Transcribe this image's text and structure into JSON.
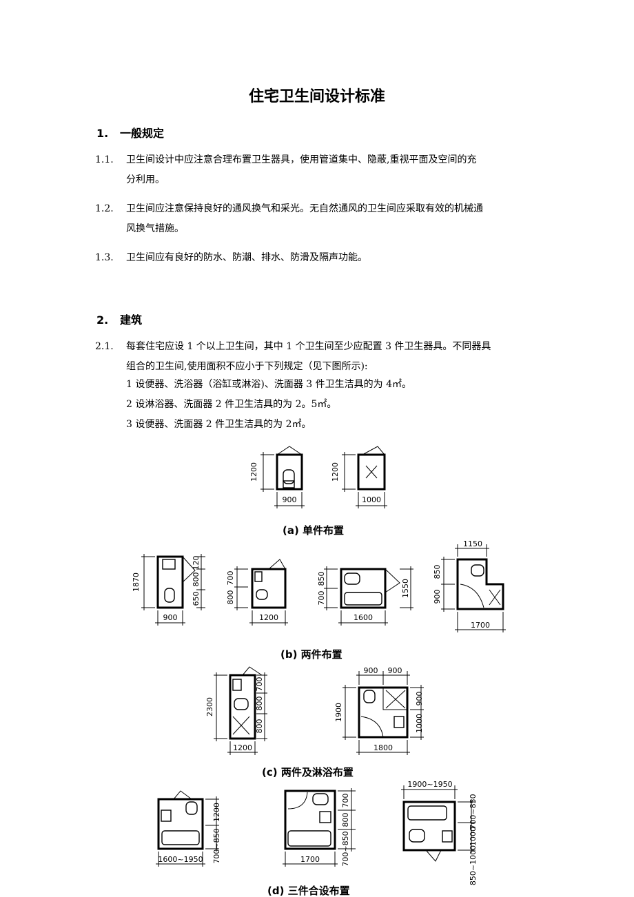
{
  "title": "住宅卫生间设计标准",
  "section1": {
    "num": "1.",
    "heading": "一般规定",
    "items": [
      {
        "num": "1.1.",
        "lines": [
          "卫生间设计中应注意合理布置卫生器具，使用管道集中、隐蔽,重视平面及空间的充",
          "分利用。"
        ]
      },
      {
        "num": "1.2.",
        "lines": [
          "卫生间应注意保持良好的通风换气和采光。无自然通风的卫生间应采取有效的机械通",
          "风换气措施。"
        ]
      },
      {
        "num": "1.3.",
        "lines": [
          "卫生间应有良好的防水、防潮、排水、防滑及隔声功能。"
        ]
      }
    ]
  },
  "section2": {
    "num": "2.",
    "heading": "建筑",
    "item": {
      "num": "2.1.",
      "lines": [
        "每套住宅应设 1 个以上卫生间，其中 1 个卫生间至少应配置 3 件卫生器具。不同器具",
        "组合的卫生间,使用面积不应小于下列规定（见下图所示):"
      ]
    },
    "subs": [
      "1  设便器、洗浴器（浴缸或淋浴)、洗面器 3 件卫生洁具的为 4㎡。",
      "2  设淋浴器、洗面器 2 件卫生洁具的为 2。5㎡。",
      "3  设便器、洗面器 2 件卫生洁具的为 2㎡。"
    ]
  },
  "figure": {
    "captions": {
      "a": "(a)  单件布置",
      "b": "(b)  两件布置",
      "c": "(c)  两件及淋浴布置",
      "d": "(d)  三件合设布置"
    },
    "dims": {
      "a1_h": "1200",
      "a1_w": "900",
      "a2_h": "1200",
      "a2_w": "1000",
      "b1_h": "1870",
      "b1_h1": "120",
      "b1_h2": "800",
      "b1_h3": "650",
      "b1_w": "900",
      "b2_h1": "700",
      "b2_h2": "800",
      "b2_w": "1200",
      "b3_h1": "850",
      "b3_h2": "700",
      "b3_r": "1550",
      "b3_w": "1600",
      "b4_top": "1150",
      "b4_h1": "850",
      "b4_h2": "900",
      "b4_w": "1700",
      "c1_h": "2300",
      "c1_h1": "700",
      "c1_h2": "800",
      "c1_h3": "800",
      "c1_w": "1200",
      "c2_t1": "900",
      "c2_t2": "900",
      "c2_h": "1900",
      "c2_r1": "900",
      "c2_r2": "1000",
      "c2_w": "1800",
      "d1_h1": "1200",
      "d1_h2": "700~850",
      "d1_w": "1600~1950",
      "d2_h1": "700",
      "d2_h2": "800",
      "d2_h3": "700~850",
      "d2_w": "1700",
      "d3_top": "1900~1950",
      "d3_r1": "700~850",
      "d3_r2": "1000",
      "d3_r3": "850~1000"
    }
  }
}
